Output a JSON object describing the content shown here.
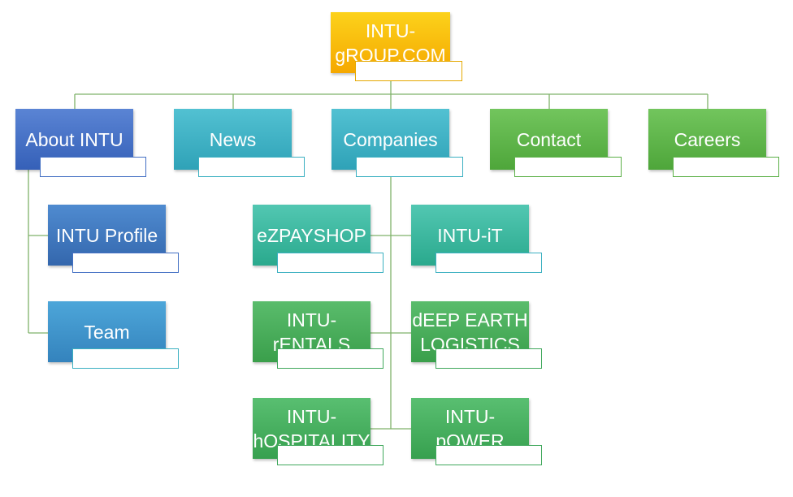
{
  "root": {
    "label": "INTU-\ngROUP.COM",
    "color": "#f5b800"
  },
  "top_level": [
    {
      "id": "about",
      "label": "About INTU"
    },
    {
      "id": "news",
      "label": "News"
    },
    {
      "id": "companies",
      "label": "Companies"
    },
    {
      "id": "contact",
      "label": "Contact"
    },
    {
      "id": "careers",
      "label": "Careers"
    }
  ],
  "about_children": [
    {
      "id": "profile",
      "label": "INTU Profile"
    },
    {
      "id": "team",
      "label": "Team"
    }
  ],
  "companies_children": [
    {
      "id": "ezpayshop",
      "label": "eZPAYSHOP"
    },
    {
      "id": "intu-it",
      "label": "INTU-iT"
    },
    {
      "id": "intu-rentals",
      "label": "INTU-\nrENTALS"
    },
    {
      "id": "deep-earth",
      "label": "dEEP EARTH\nLOGISTICS"
    },
    {
      "id": "intu-hospitality",
      "label": "INTU-\nhOSPITALITY"
    },
    {
      "id": "intu-power",
      "label": "INTU-\npOWER"
    }
  ],
  "colors": {
    "connector": "#7fb26a",
    "root": "#f5b800",
    "about": "#3f6cc6",
    "news": "#3eb1c4",
    "companies": "#3fb6c2",
    "contact": "#58b043",
    "careers": "#58b043"
  }
}
